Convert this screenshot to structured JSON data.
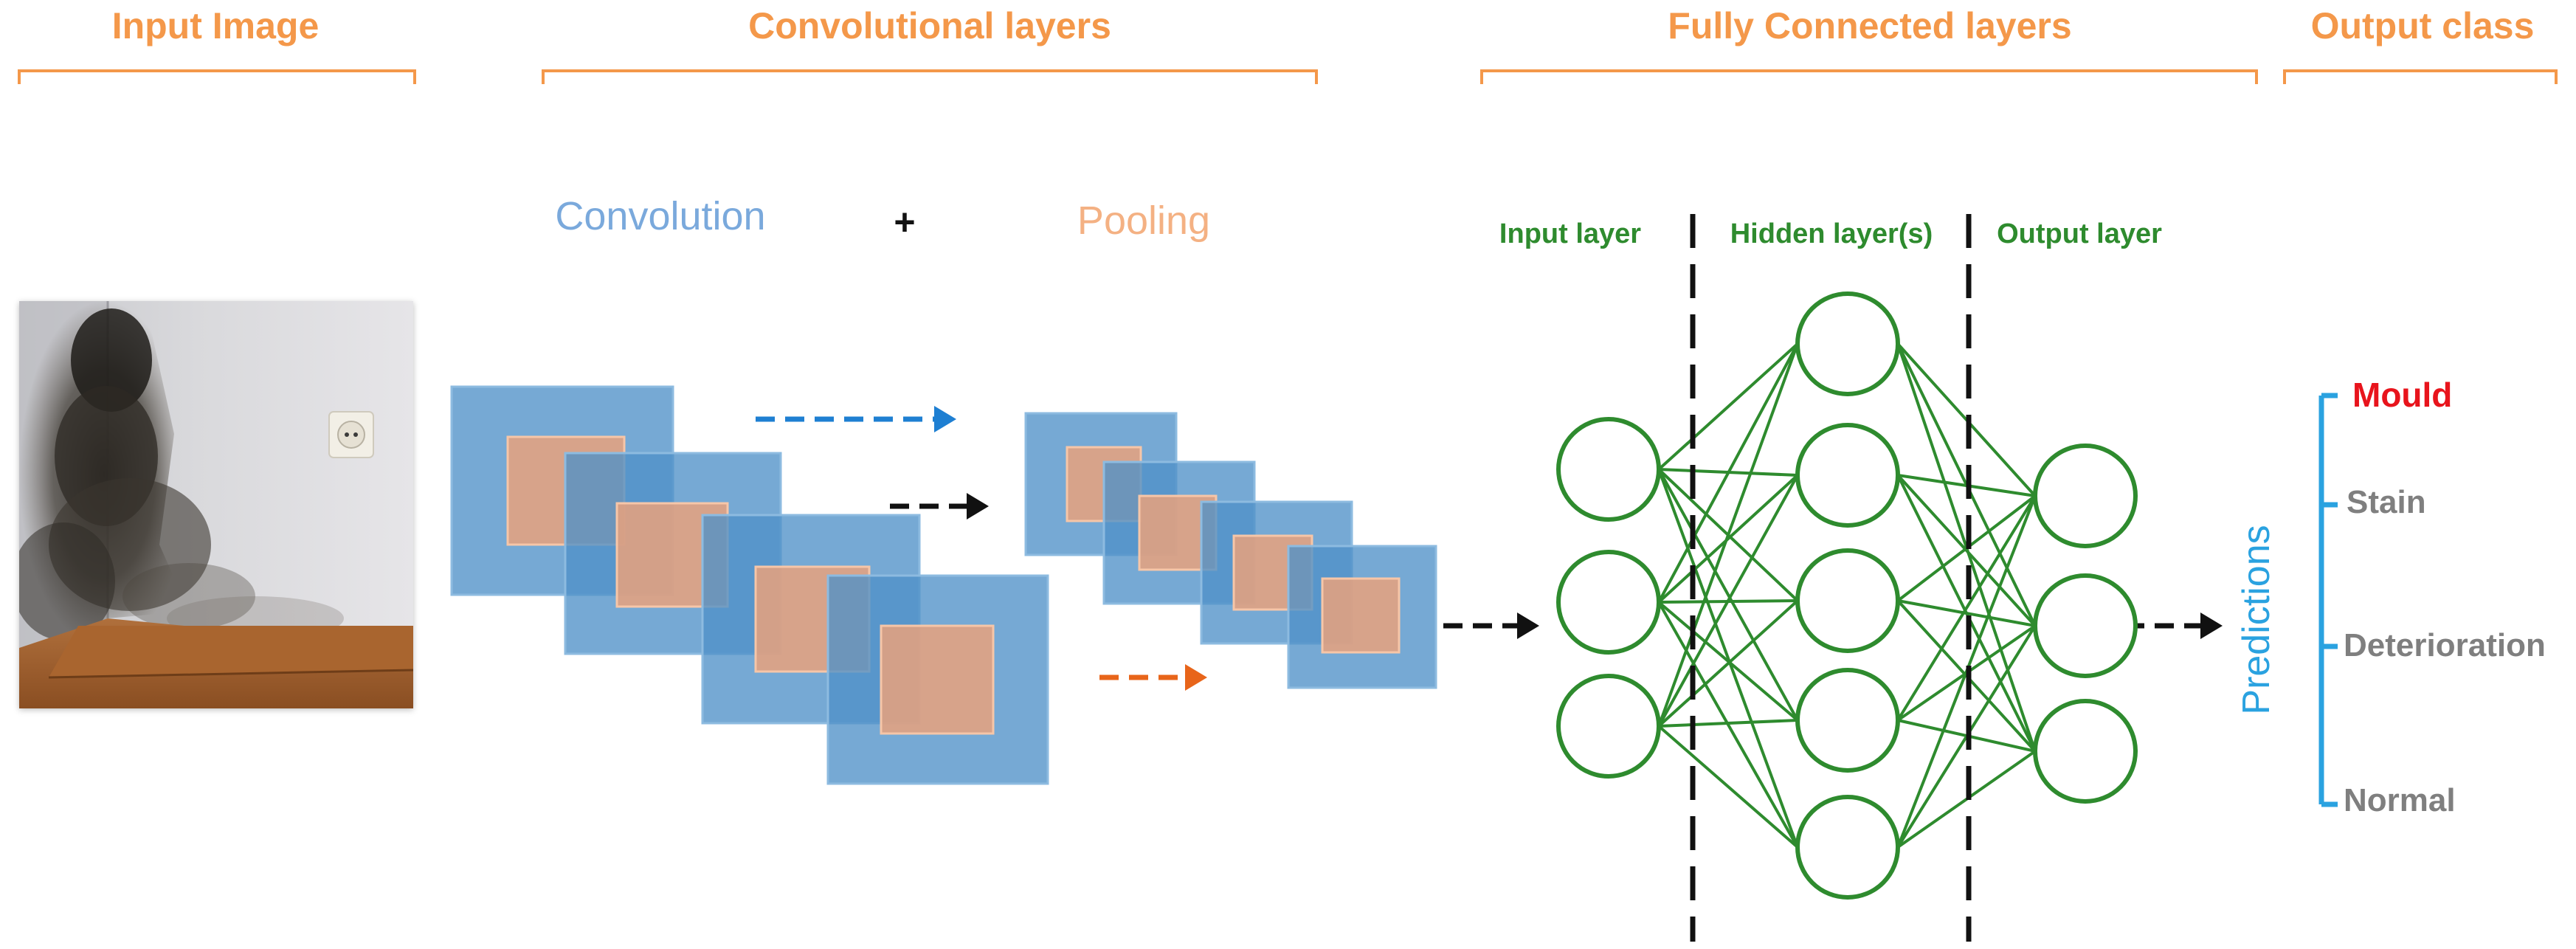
{
  "sections": {
    "input_image": "Input Image",
    "convolutional_layers": "Convolutional layers",
    "fully_connected_layers": "Fully Connected layers",
    "output_class": "Output class"
  },
  "operations": {
    "convolution": "Convolution",
    "plus": "+",
    "pooling": "Pooling"
  },
  "nn_layers": {
    "input": "Input layer",
    "hidden": "Hidden layer(s)",
    "output": "Output layer"
  },
  "predictions_label": "Predictions",
  "classes": [
    "Mould",
    "Stain",
    "Deterioration",
    "Normal"
  ],
  "colors": {
    "section_orange": "#f4984a",
    "convolution_blue": "#7aa9dc",
    "feature_map_blue": "#4f91c8",
    "kernel_orange": "#e9a27c",
    "network_green": "#2e8b2e",
    "predicted_class_red": "#e8141c",
    "class_gray": "#7f7f7f",
    "predictions_blue": "#2aa2e0",
    "arrow_blue": "#1e7fd2",
    "arrow_orange": "#e8651a",
    "arrow_black": "#111111"
  },
  "network": {
    "input_nodes": 3,
    "hidden_nodes": 5,
    "output_nodes": 3
  }
}
